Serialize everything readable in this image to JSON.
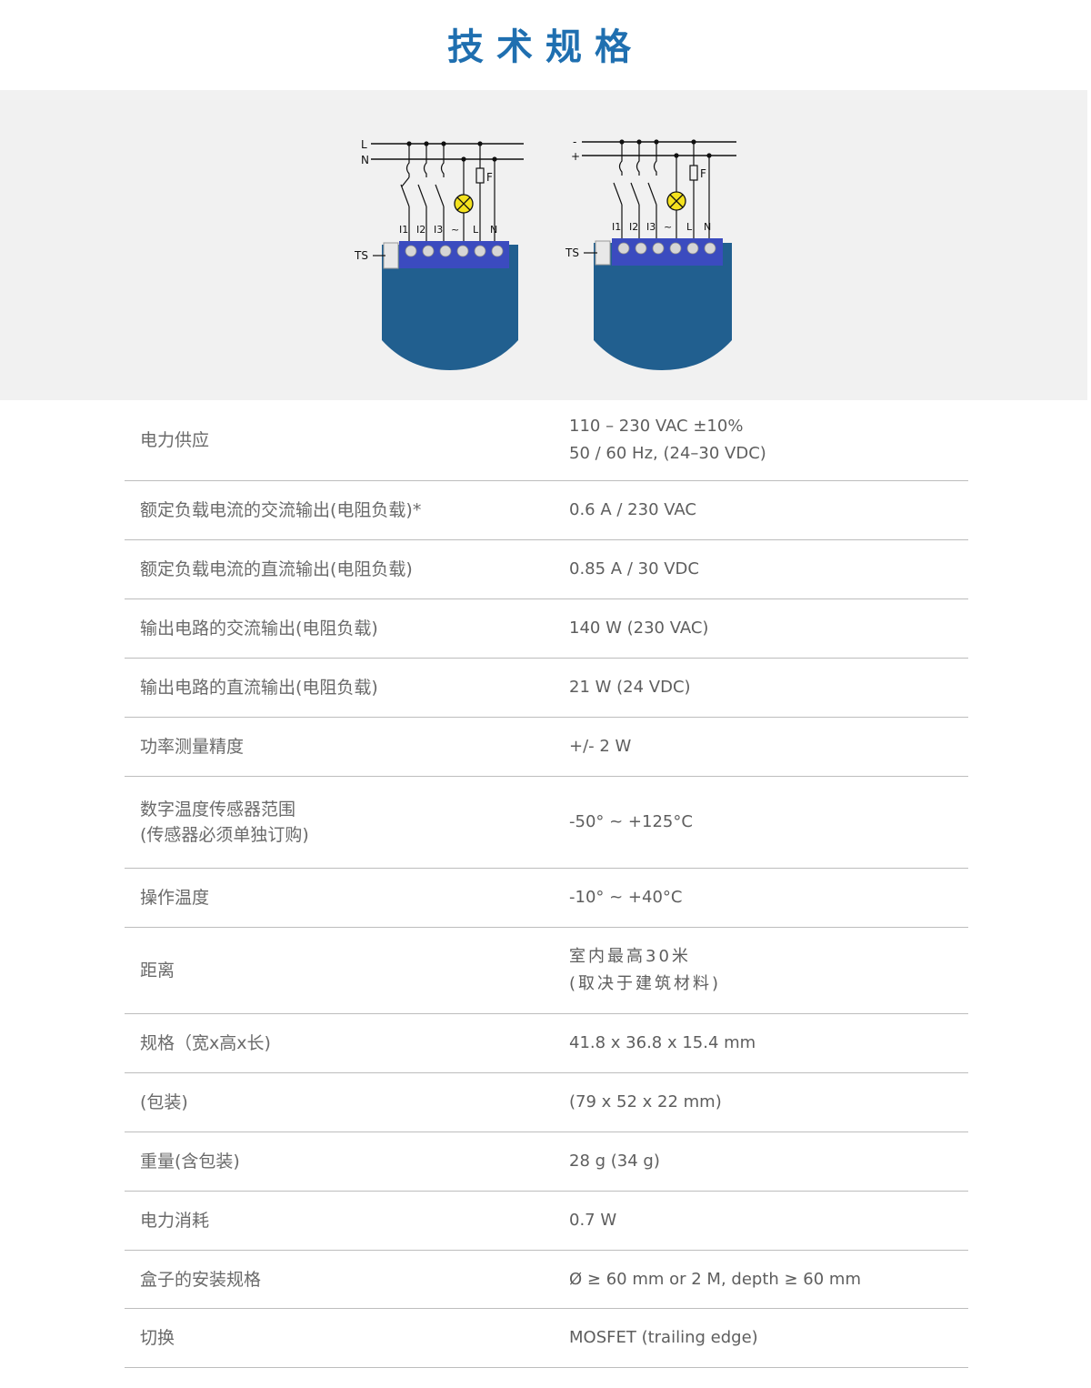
{
  "header": {
    "title": "技术规格"
  },
  "diagram": {
    "left": {
      "lines": [
        "L",
        "N"
      ],
      "terminals": [
        "I1",
        "I2",
        "I3",
        "~",
        "L",
        "N"
      ],
      "fuse": "F",
      "sensor": "TS"
    },
    "right": {
      "lines": [
        "-",
        "+"
      ],
      "terminals": [
        "I1",
        "I2",
        "I3",
        "~",
        "L",
        "N"
      ],
      "fuse": "F",
      "sensor": "TS"
    },
    "colors": {
      "device_body": "#215f8f",
      "terminal_block": "#3b4bbf",
      "lamp": "#f4e21e"
    }
  },
  "specs": [
    {
      "label": [
        "电力供应"
      ],
      "value": [
        "110 – 230 VAC ±10%",
        "50 / 60 Hz, (24–30 VDC)"
      ]
    },
    {
      "label": [
        "额定负载电流的交流输出(电阻负载)*"
      ],
      "value": [
        "0.6 A / 230 VAC"
      ]
    },
    {
      "label": [
        "额定负载电流的直流输出(电阻负载)"
      ],
      "value": [
        "0.85 A / 30 VDC"
      ]
    },
    {
      "label": [
        "输出电路的交流输出(电阻负载)"
      ],
      "value": [
        "140 W (230 VAC)"
      ]
    },
    {
      "label": [
        "输出电路的直流输出(电阻负载)"
      ],
      "value": [
        "21 W (24 VDC)"
      ]
    },
    {
      "label": [
        "功率测量精度"
      ],
      "value": [
        "+/- 2 W"
      ]
    },
    {
      "label": [
        "数字温度传感器范围",
        "(传感器必须单独订购)"
      ],
      "value": [
        "-50° ~ +125°C"
      ]
    },
    {
      "label": [
        "操作温度"
      ],
      "value": [
        "-10° ~ +40°C"
      ]
    },
    {
      "label": [
        "距离"
      ],
      "value": [
        "室内最高30米",
        "(取决于建筑材料)"
      ]
    },
    {
      "label": [
        "规格（宽x高x长)"
      ],
      "value": [
        "41.8 x 36.8 x 15.4 mm"
      ]
    },
    {
      "label": [
        "(包装)"
      ],
      "value": [
        "(79 x 52 x 22 mm)"
      ]
    },
    {
      "label": [
        "重量(含包装)"
      ],
      "value": [
        "28 g (34 g)"
      ]
    },
    {
      "label": [
        "电力消耗"
      ],
      "value": [
        "0.7 W"
      ]
    },
    {
      "label": [
        "盒子的安装规格"
      ],
      "value": [
        "Ø ≥ 60 mm or 2 M, depth ≥ 60 mm"
      ]
    },
    {
      "label": [
        "切换"
      ],
      "value": [
        "MOSFET (trailing edge)"
      ]
    }
  ]
}
